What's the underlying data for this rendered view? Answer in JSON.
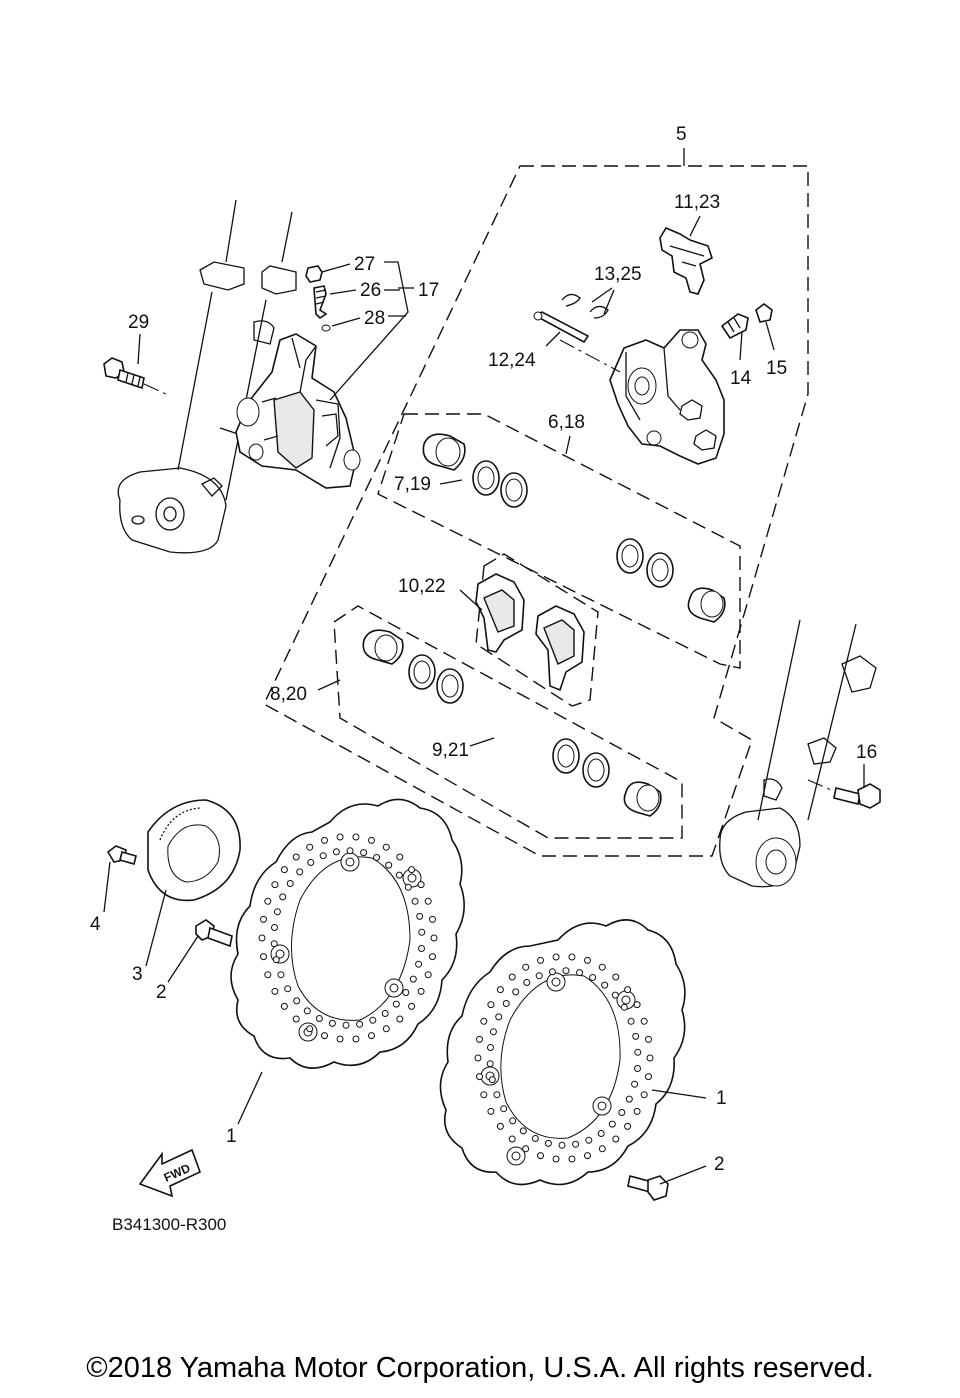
{
  "diagram": {
    "reference_code": "B341300-R300",
    "fwd_label": "FWD",
    "callouts": {
      "c1a": "1",
      "c1b": "1",
      "c2a": "2",
      "c2b": "2",
      "c3": "3",
      "c4": "4",
      "c5": "5",
      "c6_18": "6,18",
      "c7_19": "7,19",
      "c8_20": "8,20",
      "c9_21": "9,21",
      "c10_22": "10,22",
      "c11_23": "11,23",
      "c12_24": "12,24",
      "c13_25": "13,25",
      "c14": "14",
      "c15": "15",
      "c16": "16",
      "c17": "17",
      "c26": "26",
      "c27": "27",
      "c28": "28",
      "c29": "29"
    }
  },
  "footer": {
    "copyright": "©2018 Yamaha Motor Corporation, U.S.A. All rights reserved."
  }
}
